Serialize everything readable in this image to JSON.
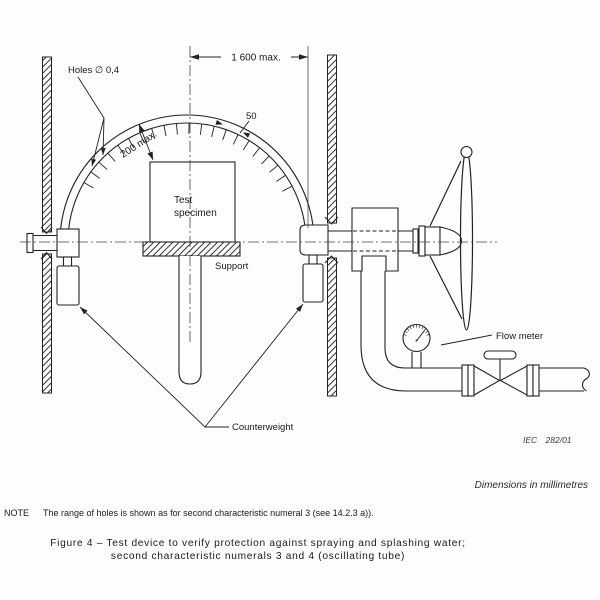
{
  "figure": {
    "labels": {
      "holes": "Holes ∅ 0,4",
      "tube_width_dim": "1 600 max.",
      "hole_spacing_dim": "50",
      "clearance_dim": "200 max.",
      "test_specimen_1": "Test",
      "test_specimen_2": "specimen",
      "support": "Support",
      "counterweight": "Counterweight",
      "flow_meter": "Flow meter"
    },
    "credit": "IEC 282/01",
    "units_note": "Dimensions in millimetres",
    "note": {
      "label": "NOTE",
      "text": "The range of holes is shown as for second characteristic numeral 3 (see 14.2.3 a))."
    },
    "caption": {
      "line1": "Figure 4 – Test device to verify protection against spraying and splashing water;",
      "line2": "second characteristic numerals 3 and 4 (oscillating tube)"
    }
  }
}
